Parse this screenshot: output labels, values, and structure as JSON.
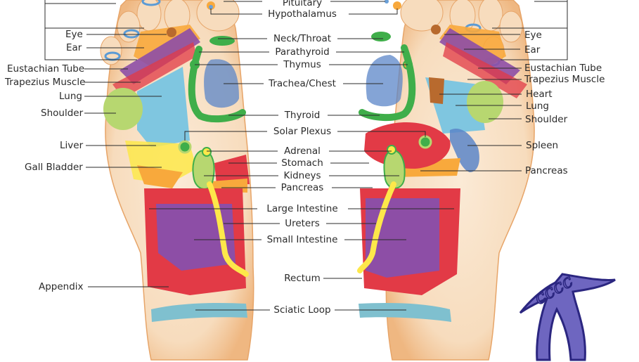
{
  "center_labels": {
    "pituitary": "Pituitary",
    "hypothalamus": "Hypothalamus",
    "neck_throat": "Neck/Throat",
    "parathyroid": "Parathyroid",
    "thymus": "Thymus",
    "trachea_chest": "Trachea/Chest",
    "thyroid": "Thyroid",
    "solar_plexus": "Solar Plexus",
    "adrenal": "Adrenal",
    "stomach": "Stomach",
    "kidneys": "Kidneys",
    "pancreas": "Pancreas",
    "large_intestine": "Large Intestine",
    "ureters": "Ureters",
    "small_intestine": "Small Intestine",
    "rectum": "Rectum",
    "sciatic_loop": "Sciatic Loop"
  },
  "left_labels": {
    "eye": "Eye",
    "ear": "Ear",
    "eustachian_tube": "Eustachian Tube",
    "trapezius_muscle": "Trapezius Muscle",
    "lung": "Lung",
    "shoulder": "Shoulder",
    "liver": "Liver",
    "gall_bladder": "Gall Bladder",
    "appendix": "Appendix"
  },
  "right_labels": {
    "eye": "Eye",
    "ear": "Ear",
    "eustachian_tube": "Eustachian Tube",
    "trapezius_muscle": "Trapezius Muscle",
    "heart": "Heart",
    "lung": "Lung",
    "shoulder": "Shoulder",
    "spleen": "Spleen",
    "pancreas": "Pancreas"
  },
  "colors": {
    "skin": "#f6d9b8",
    "skin_edge": "#e9a86a",
    "purple": "#8d4ea6",
    "red": "#e23a46",
    "yellow": "#fde84a",
    "orange": "#f8a93c",
    "green": "#3fae4a",
    "light_green": "#b7d770",
    "blue": "#5b9bd5",
    "light_blue": "#7fc6e0",
    "sciatic": "#7fc0cf",
    "logo": "#4a3f9c"
  }
}
